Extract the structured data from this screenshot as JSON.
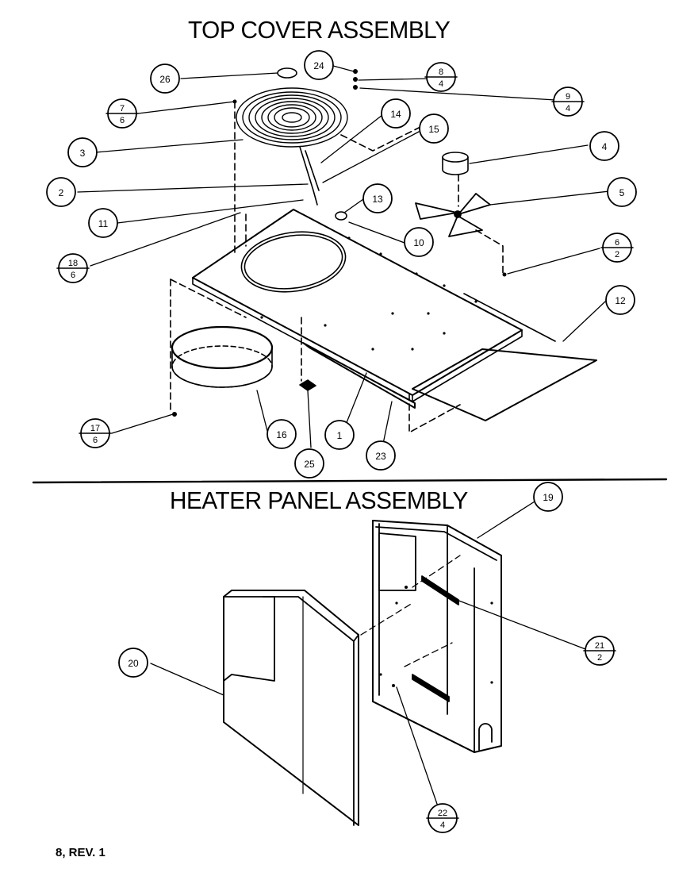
{
  "sections": {
    "top": {
      "title": "TOP COVER ASSEMBLY"
    },
    "heater": {
      "title": "HEATER PANEL ASSEMBLY"
    }
  },
  "footer": "8, REV. 1",
  "callouts": [
    {
      "id": "26",
      "top": "26",
      "bottom": ""
    },
    {
      "id": "24",
      "top": "24",
      "bottom": ""
    },
    {
      "id": "8-4",
      "top": "8",
      "bottom": "4"
    },
    {
      "id": "9-4",
      "top": "9",
      "bottom": "4"
    },
    {
      "id": "7-6",
      "top": "7",
      "bottom": "6"
    },
    {
      "id": "14",
      "top": "14",
      "bottom": ""
    },
    {
      "id": "15",
      "top": "15",
      "bottom": ""
    },
    {
      "id": "3",
      "top": "3",
      "bottom": ""
    },
    {
      "id": "4",
      "top": "4",
      "bottom": ""
    },
    {
      "id": "2",
      "top": "2",
      "bottom": ""
    },
    {
      "id": "13",
      "top": "13",
      "bottom": ""
    },
    {
      "id": "5",
      "top": "5",
      "bottom": ""
    },
    {
      "id": "11",
      "top": "11",
      "bottom": ""
    },
    {
      "id": "10",
      "top": "10",
      "bottom": ""
    },
    {
      "id": "6-2",
      "top": "6",
      "bottom": "2"
    },
    {
      "id": "18-6",
      "top": "18",
      "bottom": "6"
    },
    {
      "id": "12",
      "top": "12",
      "bottom": ""
    },
    {
      "id": "17-6",
      "top": "17",
      "bottom": "6"
    },
    {
      "id": "16",
      "top": "16",
      "bottom": ""
    },
    {
      "id": "1",
      "top": "1",
      "bottom": ""
    },
    {
      "id": "25",
      "top": "25",
      "bottom": ""
    },
    {
      "id": "23",
      "top": "23",
      "bottom": ""
    },
    {
      "id": "19",
      "top": "19",
      "bottom": ""
    },
    {
      "id": "20",
      "top": "20",
      "bottom": ""
    },
    {
      "id": "21-2",
      "top": "21",
      "bottom": "2"
    },
    {
      "id": "22-4",
      "top": "22",
      "bottom": "4"
    }
  ]
}
